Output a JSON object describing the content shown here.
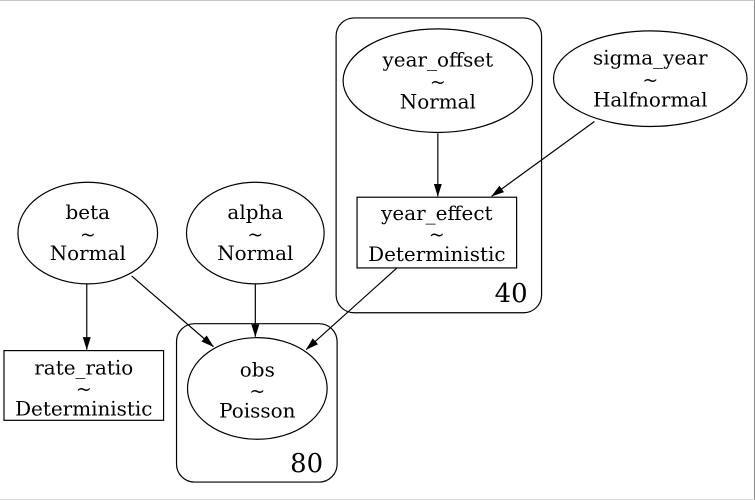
{
  "diagram": {
    "kind": "probabilistic-model-graph",
    "colors": {
      "background": "#ffffff",
      "node_stroke": "#000000",
      "edge_color": "#000000",
      "observed_fill": "#d3d3d3"
    },
    "plates": [
      {
        "label": "40"
      },
      {
        "label": "80"
      }
    ],
    "nodes": [
      {
        "name": "beta",
        "tilde": "~",
        "dist": "Normal",
        "shape": "ellipse",
        "observed": false
      },
      {
        "name": "alpha",
        "tilde": "~",
        "dist": "Normal",
        "shape": "ellipse",
        "observed": false
      },
      {
        "name": "rate_ratio",
        "tilde": "~",
        "dist": "Deterministic",
        "shape": "rect",
        "observed": false
      },
      {
        "name": "obs",
        "tilde": "~",
        "dist": "Poisson",
        "shape": "ellipse",
        "observed": true
      },
      {
        "name": "year_offset",
        "tilde": "~",
        "dist": "Normal",
        "shape": "ellipse",
        "observed": false
      },
      {
        "name": "sigma_year",
        "tilde": "~",
        "dist": "Halfnormal",
        "shape": "ellipse",
        "observed": false
      },
      {
        "name": "year_effect",
        "tilde": "~",
        "dist": "Deterministic",
        "shape": "rect",
        "observed": false
      }
    ],
    "edges": [
      {
        "from": "year_offset",
        "to": "year_effect"
      },
      {
        "from": "sigma_year",
        "to": "year_effect"
      },
      {
        "from": "year_effect",
        "to": "obs"
      },
      {
        "from": "beta",
        "to": "rate_ratio"
      },
      {
        "from": "beta",
        "to": "obs"
      },
      {
        "from": "alpha",
        "to": "obs"
      }
    ]
  }
}
